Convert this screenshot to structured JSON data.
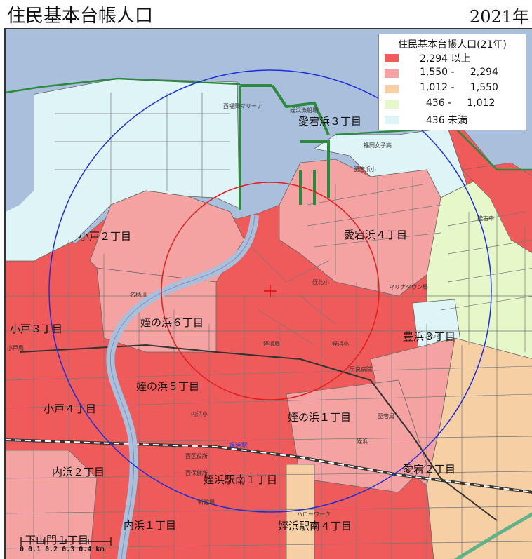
{
  "header": {
    "title": "住民基本台帳人口",
    "year": "2021年"
  },
  "legend": {
    "title": "住民基本台帳人口(21年)",
    "items": [
      {
        "label": "2,294 以上",
        "color": "#ef5a5a"
      },
      {
        "label": "1,550 -     2,294",
        "color": "#f4a2a2"
      },
      {
        "label": "1,012 -     1,550",
        "color": "#f7cfa5"
      },
      {
        "label": "  436 -     1,012",
        "color": "#e6f7c9"
      },
      {
        "label": "  436 未満",
        "color": "#dff4f6"
      }
    ]
  },
  "areas": [
    {
      "label": "愛宕浜３丁目"
    },
    {
      "label": "小戸２丁目"
    },
    {
      "label": "愛宕浜４丁目"
    },
    {
      "label": "小戸３丁目"
    },
    {
      "label": "姪の浜６丁目"
    },
    {
      "label": "豊浜３丁目"
    },
    {
      "label": "姪の浜５丁目"
    },
    {
      "label": "小戸４丁目"
    },
    {
      "label": "姪の浜１丁目"
    },
    {
      "label": "内浜２丁目"
    },
    {
      "label": "愛宕２丁目"
    },
    {
      "label": "姪浜駅南１丁目"
    },
    {
      "label": "内浜１丁目"
    },
    {
      "label": "姪浜駅南４丁目"
    },
    {
      "label": "下山門１丁目"
    }
  ],
  "pois": [
    {
      "label": "西福岡マリーナ"
    },
    {
      "label": "姪浜漁船場"
    },
    {
      "label": "福岡女子高"
    },
    {
      "label": "愛宕浜小"
    },
    {
      "label": "能古中"
    },
    {
      "label": "姪北小"
    },
    {
      "label": "名柄川"
    },
    {
      "label": "マリナタウン局"
    },
    {
      "label": "小戸局"
    },
    {
      "label": "姪浜局"
    },
    {
      "label": "姪浜小"
    },
    {
      "label": "さわら"
    },
    {
      "label": "早良病院"
    },
    {
      "label": "内浜小"
    },
    {
      "label": "愛宕局"
    },
    {
      "label": "姪浜駅"
    },
    {
      "label": "姪浜"
    },
    {
      "label": "西区役所"
    },
    {
      "label": "西保健所"
    },
    {
      "label": "新館場"
    },
    {
      "label": "ハローワーク"
    }
  ],
  "scale": {
    "label": "0  0.1 0.2 0.3 0.4 km"
  }
}
